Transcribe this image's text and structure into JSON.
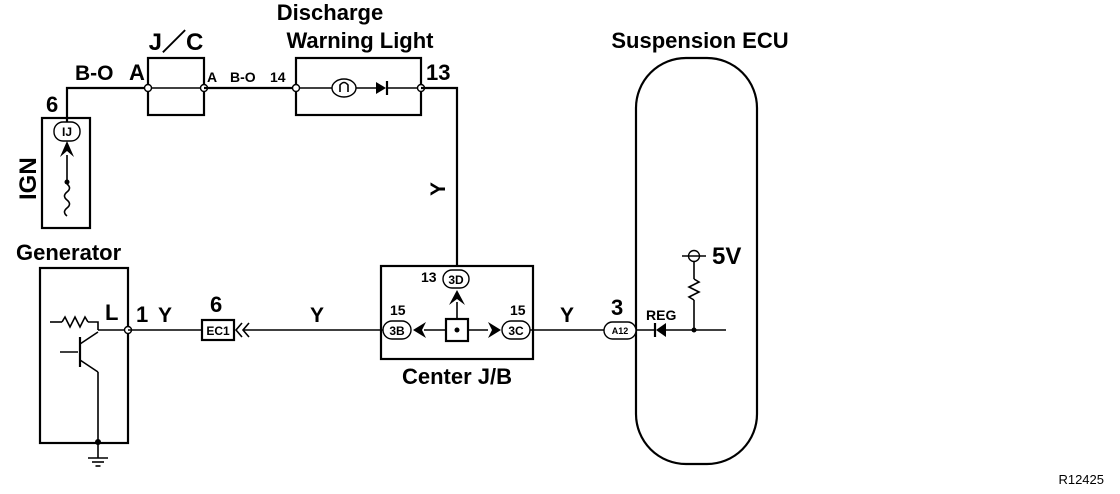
{
  "components": {
    "jc": {
      "label": "J／C",
      "pin_in": "A",
      "pin_out": "A"
    },
    "discharge_light": {
      "label_line1": "Discharge",
      "label_line2": "Warning Light",
      "pin_in": "14",
      "pin_out": "13"
    },
    "suspension_ecu": {
      "label": "Suspension ECU",
      "supply": "5V",
      "reg": "REG",
      "pin": "3",
      "connector": "A12"
    },
    "generator": {
      "label": "Generator",
      "terminal": "L",
      "ign_pin": "6",
      "ign_connector": "IJ",
      "pin": "1"
    },
    "ign": {
      "label": "IGN"
    },
    "center_jb": {
      "label": "Center J/B",
      "top_pin": "13",
      "top_connector": "3D",
      "left_pin": "15",
      "left_connector": "3B",
      "right_pin": "15",
      "right_connector": "3C"
    },
    "ec1": {
      "label": "EC1",
      "pin": "6"
    }
  },
  "wires": {
    "b_o_1": "B-O",
    "b_o_2": "B-O",
    "y_vertical": "Y",
    "y_gen": "Y",
    "y_mid": "Y",
    "y_ecu": "Y"
  },
  "reference": "R12425"
}
